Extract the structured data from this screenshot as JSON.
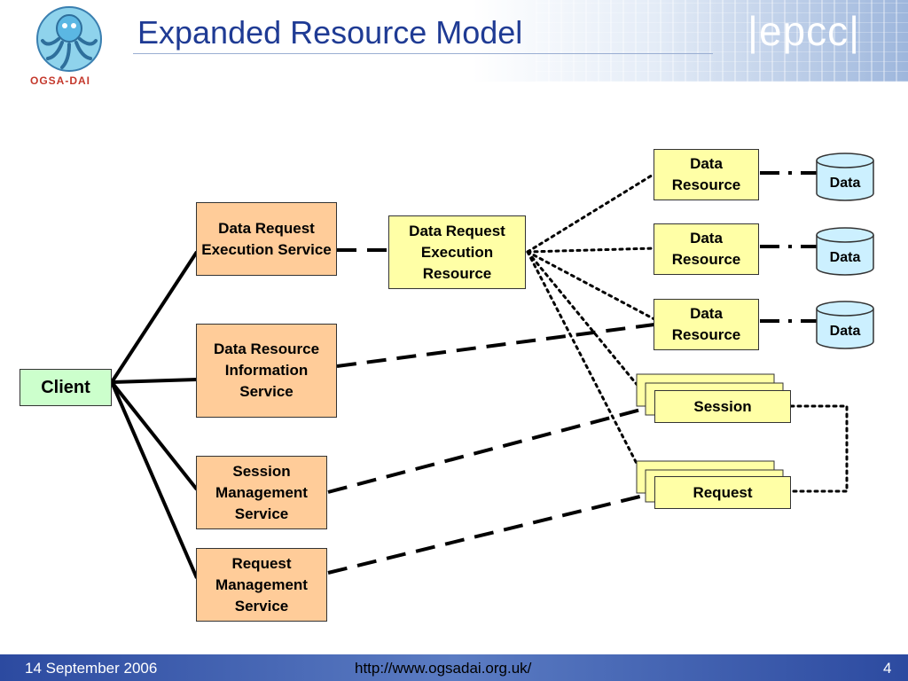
{
  "slide": {
    "title": "Expanded Resource Model",
    "logo_text": "OGSA-DAI",
    "brand_text": "|epcc|"
  },
  "diagram": {
    "client": "Client",
    "services": {
      "drer_service": "Data Request Execution Service",
      "drir_service": "Data Resource Information Service",
      "session_service": "Session Management Service",
      "request_service": "Request Management Service"
    },
    "drer_resource": "Data Request Execution Resource",
    "data_resources": [
      "Data Resource",
      "Data Resource",
      "Data Resource"
    ],
    "data_stores": [
      "Data",
      "Data",
      "Data"
    ],
    "session": "Session",
    "request": "Request"
  },
  "footer": {
    "date": "14 September 2006",
    "url": "http://www.ogsadai.org.uk/",
    "page": "4"
  },
  "colors": {
    "title": "#1f3b94",
    "service_box": "#ffcc99",
    "resource_box": "#ffffa6",
    "client_box": "#ccffcc",
    "data_cylinder": "#ccf0ff"
  }
}
